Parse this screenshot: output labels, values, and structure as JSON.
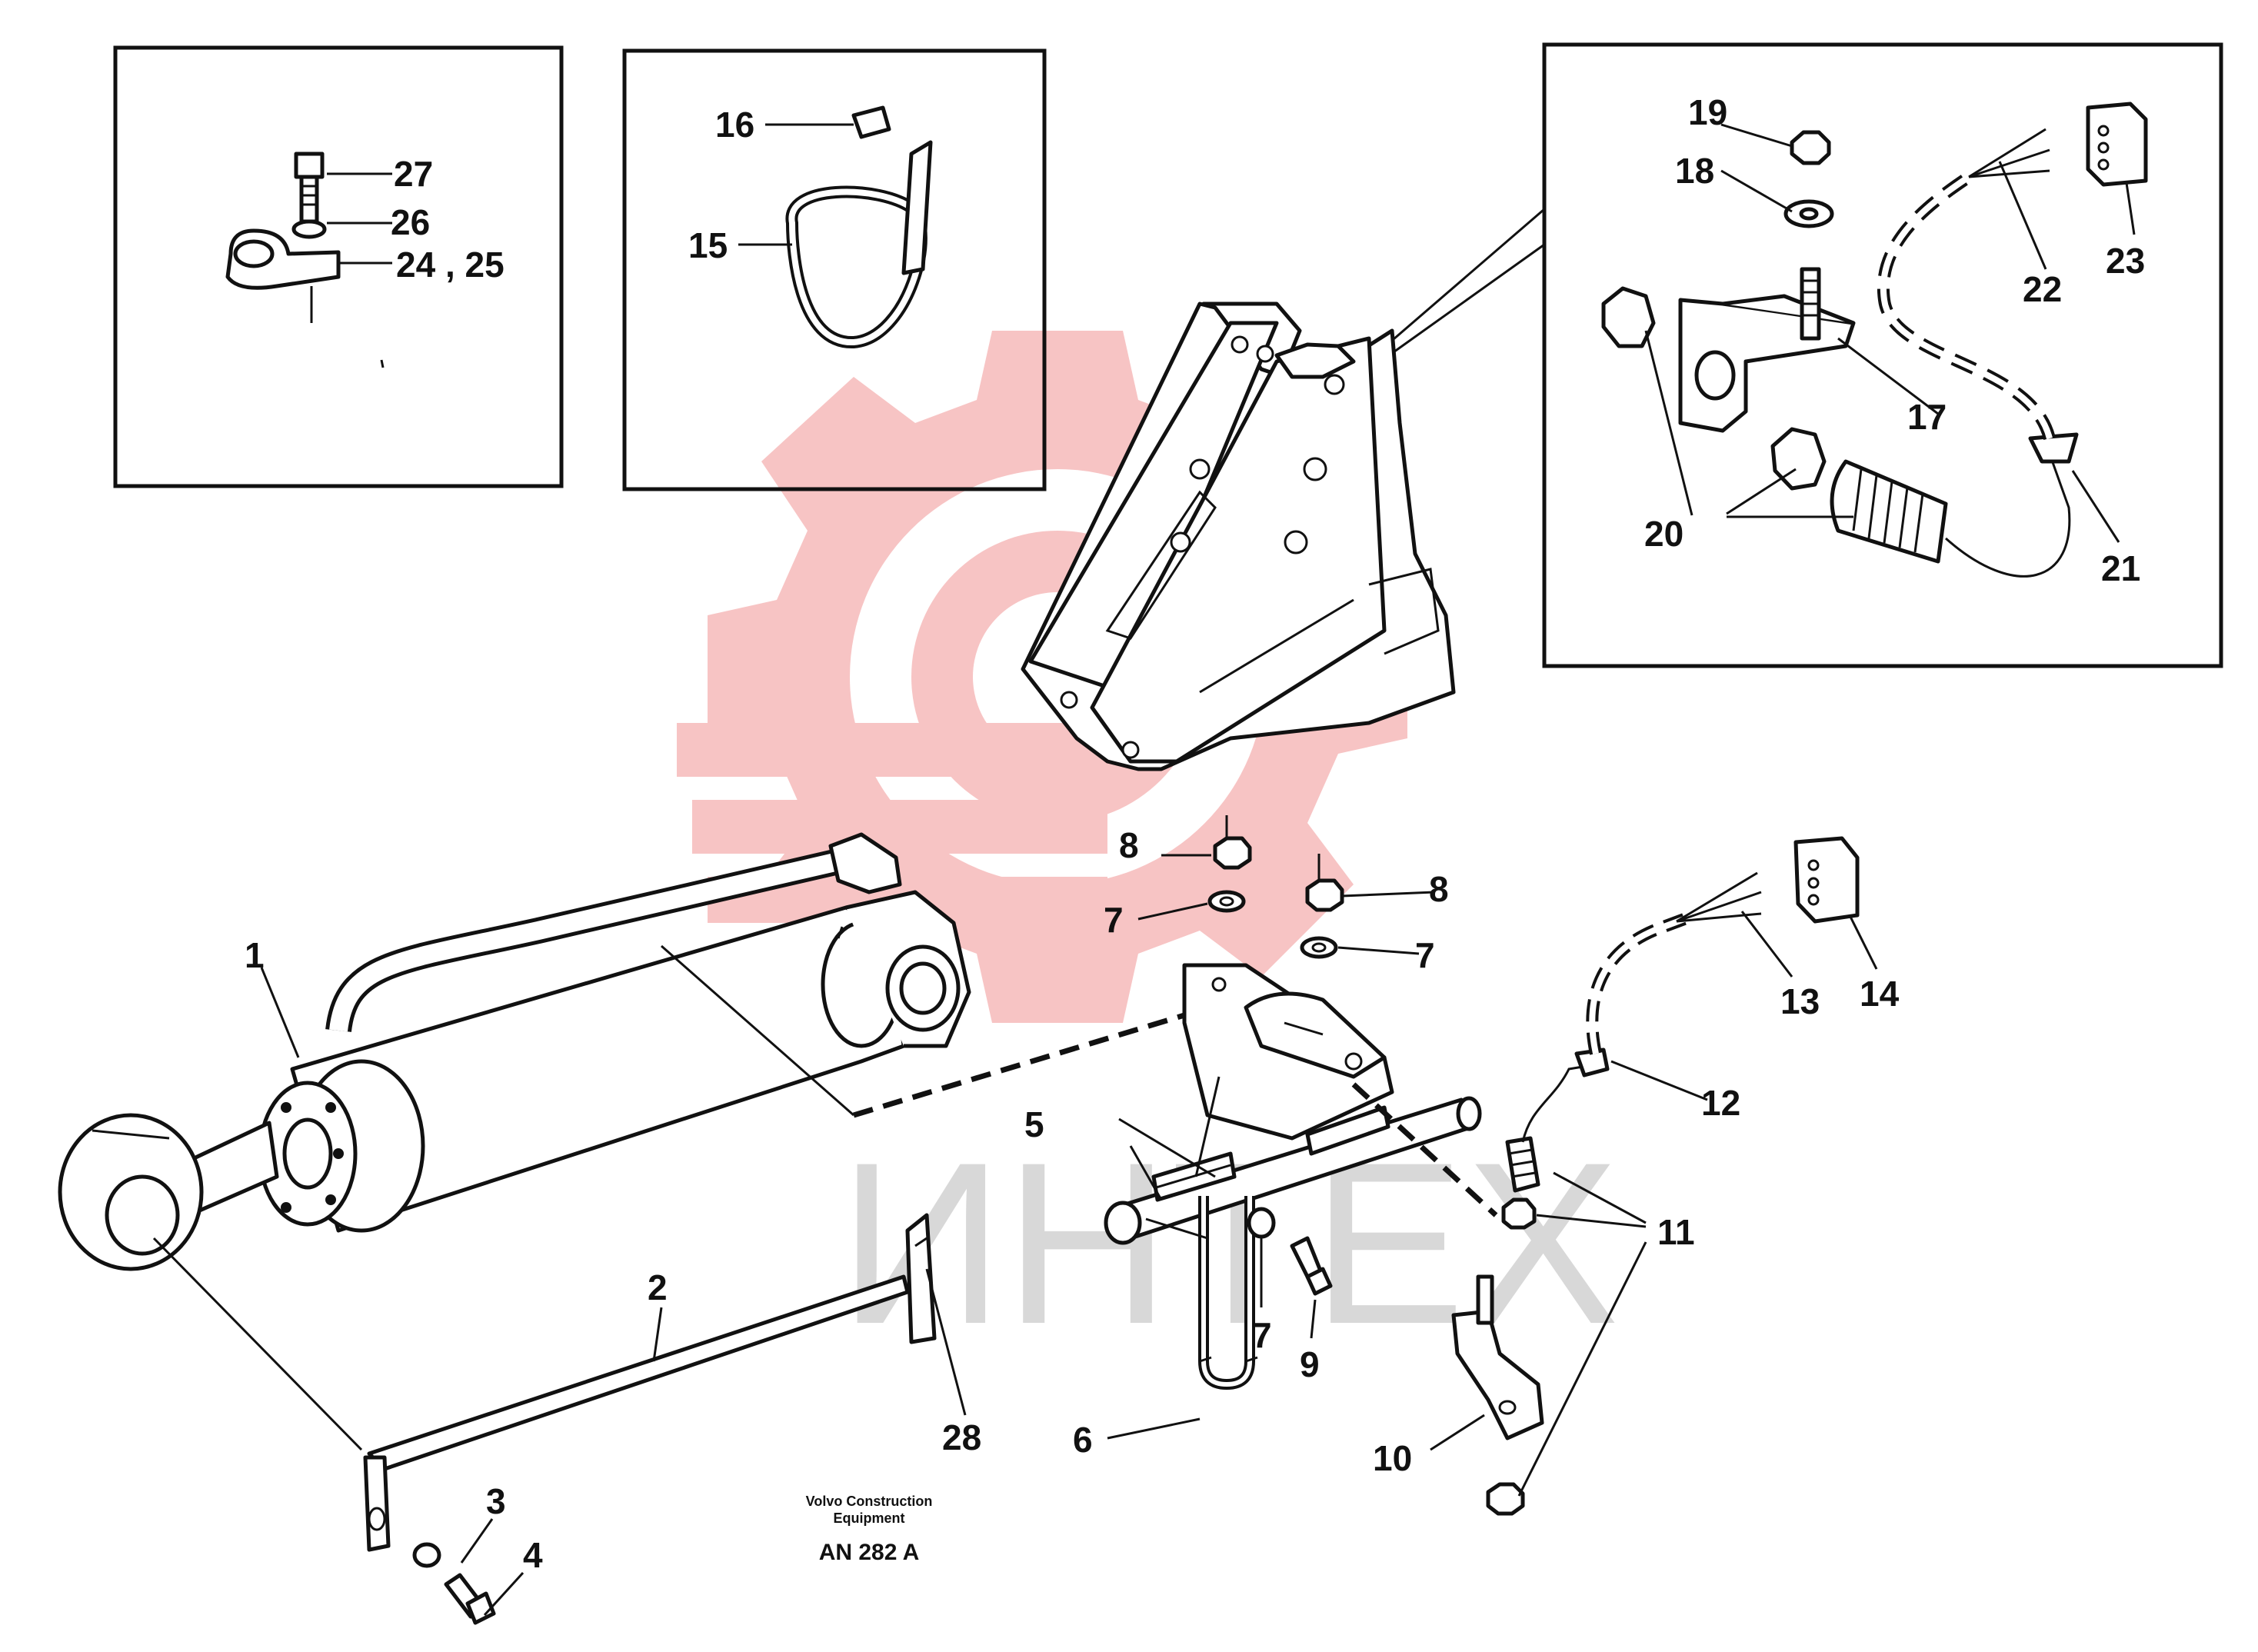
{
  "watermark": {
    "text": "ИНТЕХ",
    "color": "#f5b8b8"
  },
  "caption": {
    "line1": "Volvo Construction",
    "line2": "Equipment",
    "code": "AN 282 A"
  },
  "callouts": [
    {
      "id": "c1",
      "label": "1"
    },
    {
      "id": "c2",
      "label": "2"
    },
    {
      "id": "c3",
      "label": "3"
    },
    {
      "id": "c4",
      "label": "4"
    },
    {
      "id": "c5",
      "label": "5"
    },
    {
      "id": "c6",
      "label": "6"
    },
    {
      "id": "c7a",
      "label": "7"
    },
    {
      "id": "c7b",
      "label": "7"
    },
    {
      "id": "c7c",
      "label": "7"
    },
    {
      "id": "c8a",
      "label": "8"
    },
    {
      "id": "c8b",
      "label": "8"
    },
    {
      "id": "c9",
      "label": "9"
    },
    {
      "id": "c10",
      "label": "10"
    },
    {
      "id": "c11",
      "label": "11"
    },
    {
      "id": "c12",
      "label": "12"
    },
    {
      "id": "c13",
      "label": "13"
    },
    {
      "id": "c14",
      "label": "14"
    },
    {
      "id": "c15",
      "label": "15"
    },
    {
      "id": "c16",
      "label": "16"
    },
    {
      "id": "c17",
      "label": "17"
    },
    {
      "id": "c18",
      "label": "18"
    },
    {
      "id": "c19",
      "label": "19"
    },
    {
      "id": "c20",
      "label": "20"
    },
    {
      "id": "c21",
      "label": "21"
    },
    {
      "id": "c22",
      "label": "22"
    },
    {
      "id": "c23",
      "label": "23"
    },
    {
      "id": "c24",
      "label": "24 , 25"
    },
    {
      "id": "c26",
      "label": "26"
    },
    {
      "id": "c27",
      "label": "27"
    },
    {
      "id": "c28",
      "label": "28"
    }
  ]
}
